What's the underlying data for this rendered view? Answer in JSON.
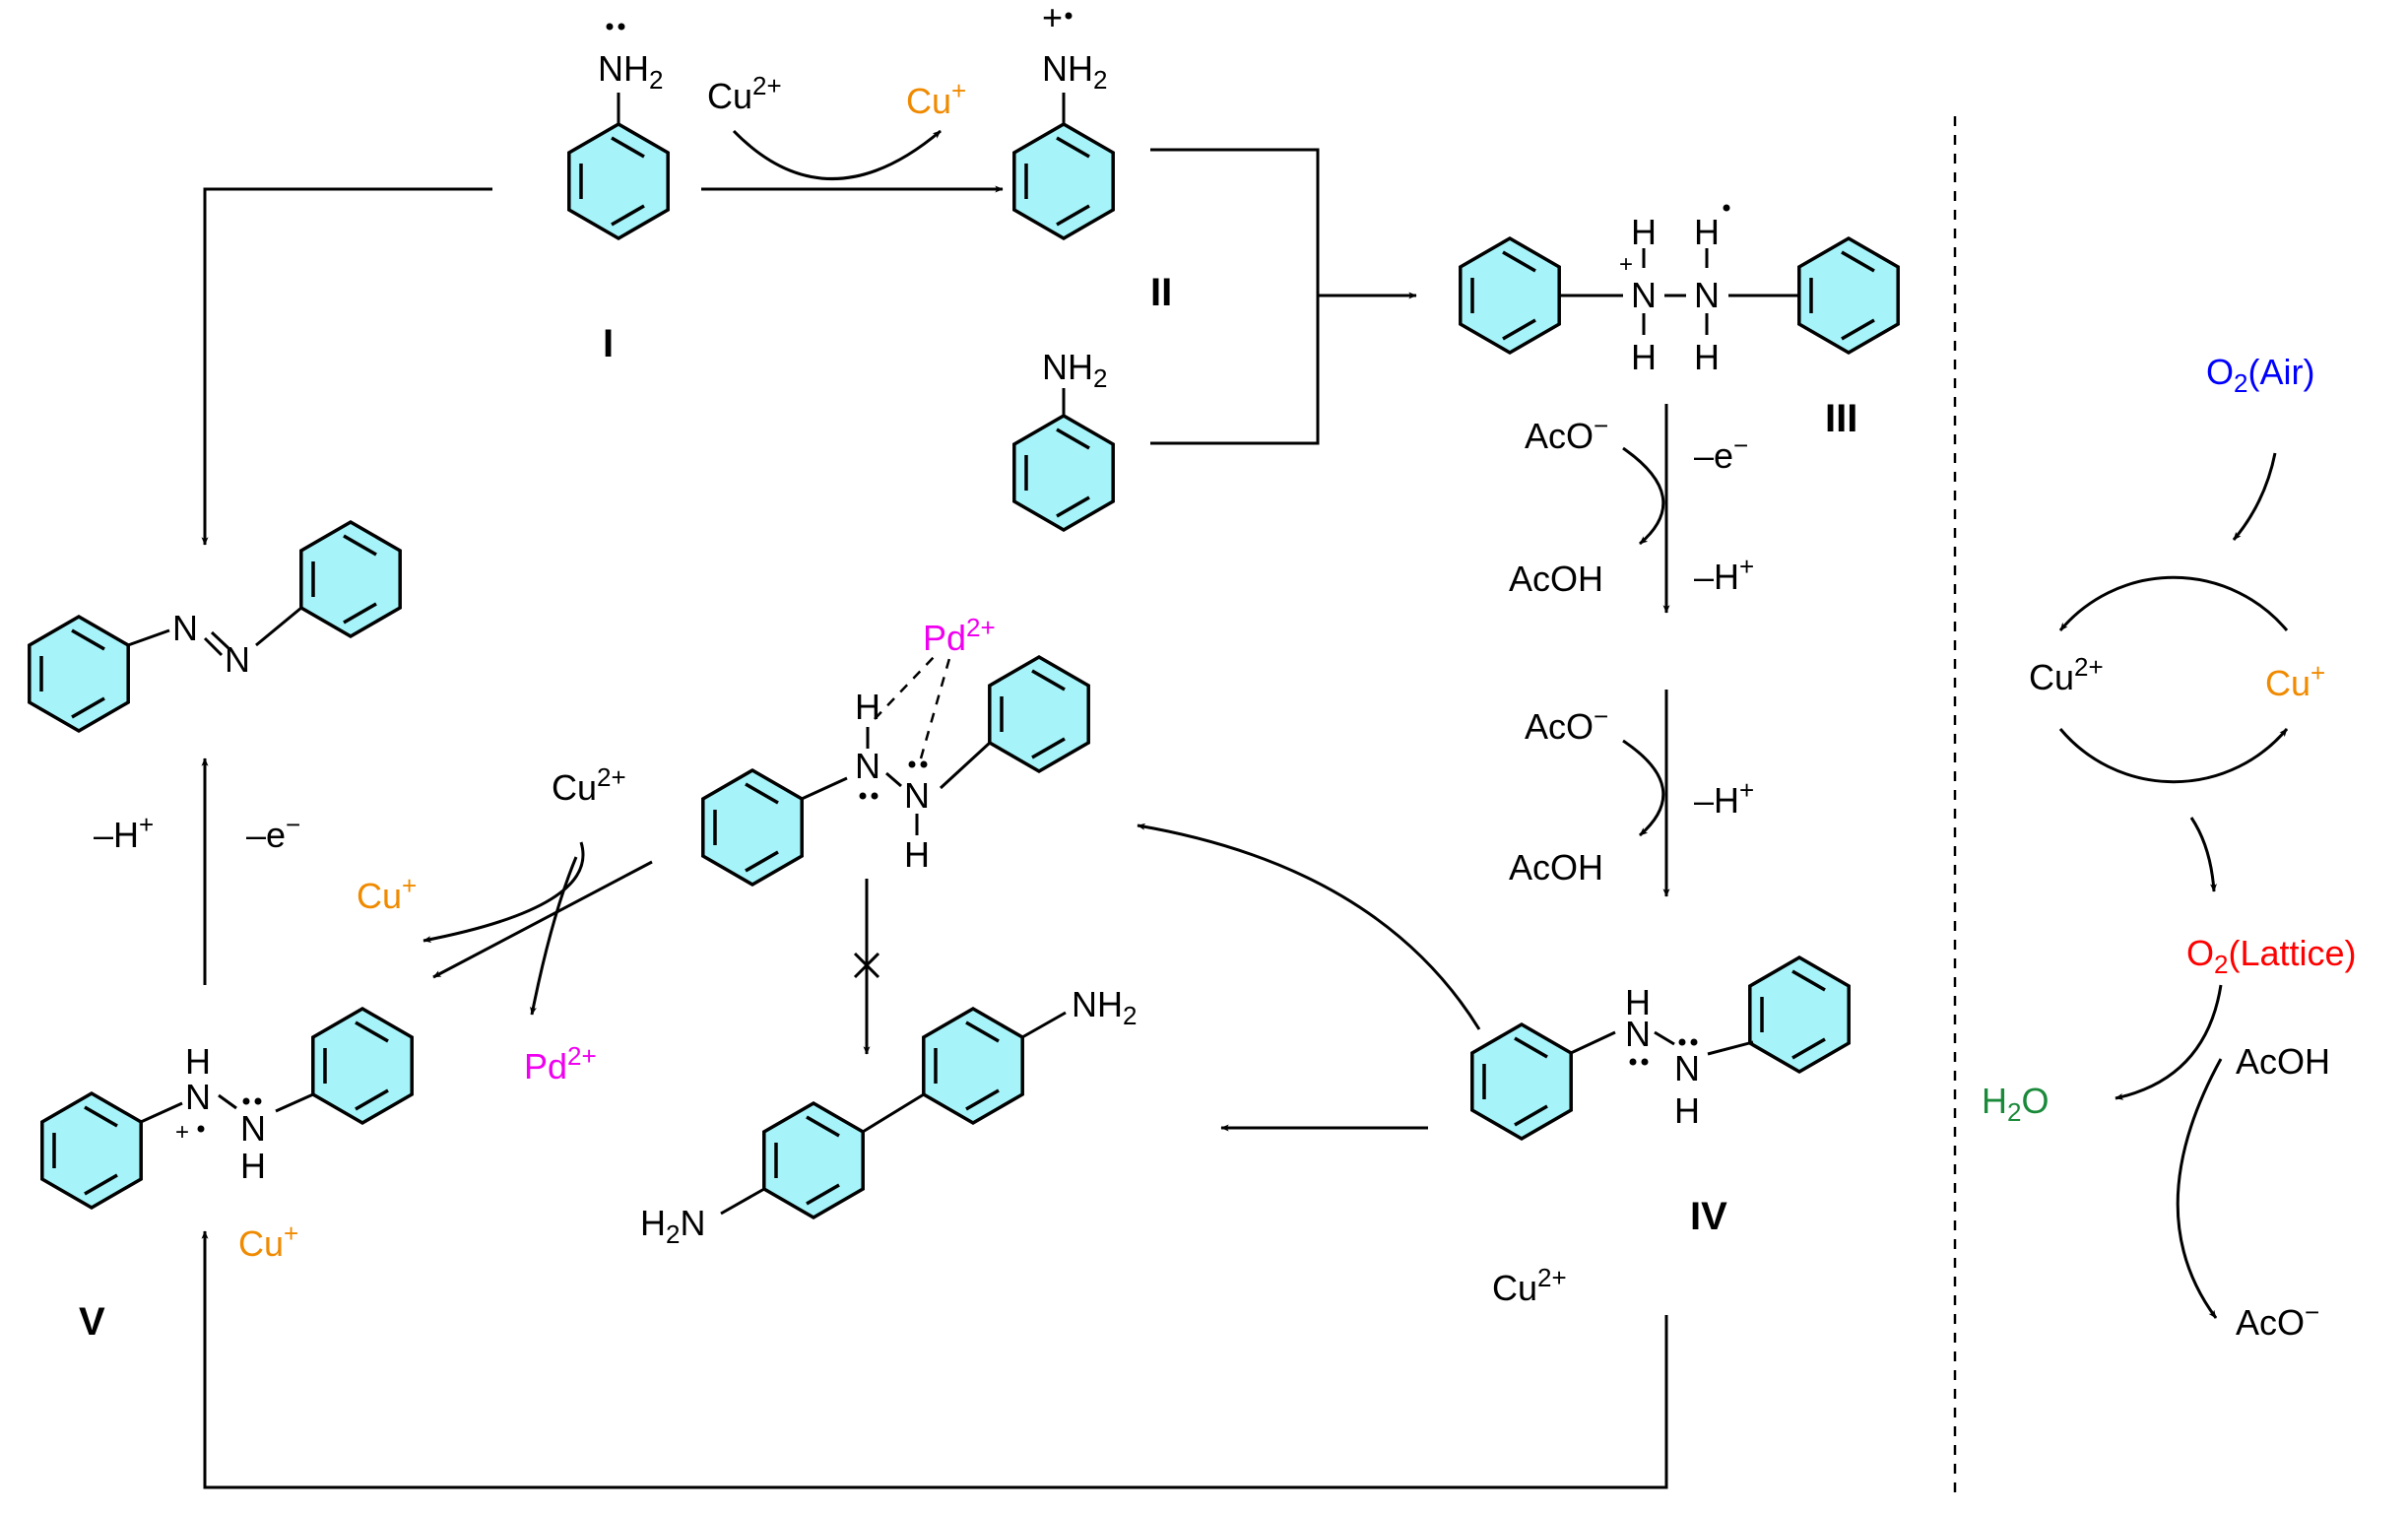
{
  "compounds": {
    "I": "I",
    "II": "II",
    "III": "III",
    "IV": "IV",
    "V": "V"
  },
  "groups": {
    "nh2": "NH",
    "nh2_sub": "2",
    "h2n_h": "H",
    "h2n_sub": "2",
    "h2n_n": "N",
    "n": "N",
    "h": "H"
  },
  "reagents": {
    "cu": "Cu",
    "cu2_sup": "2+",
    "cu1_sup": "+",
    "pd": "Pd",
    "pd2_sup": "2+",
    "aco": "AcO",
    "minus": "−",
    "acoh": "AcOH",
    "minus_e": "–e",
    "minus_h": "–H",
    "plus": "+",
    "h2o_h": "H",
    "h2o_sub": "2",
    "h2o_o": "O",
    "o2_o": "O",
    "o2_sub": "2",
    "air": "(Air)",
    "lattice": "(Lattice)"
  },
  "colors": {
    "ring_fill": "#a6f4f9",
    "cu_plus": "#f08a00",
    "palladium": "#f000f0",
    "o2_air": "#0000ff",
    "o2_lattice": "#ff0000",
    "water": "#1a8a3a"
  },
  "icons": {
    "blocked": "x-mark"
  }
}
